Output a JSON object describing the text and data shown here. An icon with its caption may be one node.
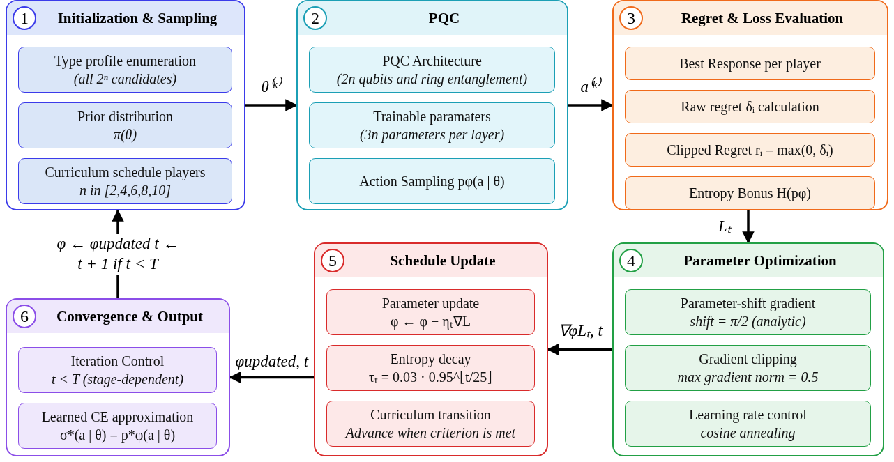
{
  "diagram": {
    "nodes": [
      {
        "text": [
          "1",
          "Initialization & Sampling"
        ]
      },
      {
        "text": [
          "Type profile enumeration",
          "(all 2ⁿ candidates)"
        ],
        "in": 0
      },
      {
        "text": [
          "Prior distribution",
          "π(θ)"
        ],
        "in": 0
      },
      {
        "text": [
          "Curriculum schedule players",
          "n in [2,4,6,8,10]"
        ],
        "in": 0
      },
      {
        "text": [
          "2",
          "PQC"
        ]
      },
      {
        "text": [
          "PQC Architecture",
          "(2n qubits and ring entanglement)"
        ],
        "in": 4
      },
      {
        "text": [
          "Trainable paramaters",
          "(3n parameters per layer)"
        ],
        "in": 4
      },
      {
        "text": [
          "Action Sampling pφ(a | θ)"
        ],
        "in": 4
      },
      {
        "text": [
          "3",
          "Regret & Loss Evaluation"
        ]
      },
      {
        "text": [
          "Best Response per player"
        ],
        "in": 8
      },
      {
        "text": [
          "Raw regret δᵢ calculation"
        ],
        "in": 8
      },
      {
        "text": [
          "Clipped Regret rᵢ = max(0, δᵢ)"
        ],
        "in": 8
      },
      {
        "text": [
          "Entropy Bonus H(pφ)"
        ],
        "in": 8
      },
      {
        "text": [
          "4",
          "Parameter Optimization"
        ]
      },
      {
        "text": [
          "Parameter-shift gradient",
          "shift = π/2 (analytic)"
        ],
        "in": 13
      },
      {
        "text": [
          "Gradient clipping",
          "max gradient norm = 0.5"
        ],
        "in": 13
      },
      {
        "text": [
          "Learning rate control",
          "cosine annealing"
        ],
        "in": 13
      },
      {
        "text": [
          "5",
          "Schedule Update"
        ]
      },
      {
        "text": [
          "Parameter update",
          "φ ← φ − ηₜ∇L"
        ],
        "in": 17
      },
      {
        "text": [
          "Entropy decay",
          "τₜ = 0.03 · 0.95^⌊t/25⌋"
        ],
        "in": 17
      },
      {
        "text": [
          "Curriculum transition",
          "Advance when criterion is met"
        ],
        "in": 17
      },
      {
        "text": [
          "6",
          "Convergence & Output"
        ]
      },
      {
        "text": [
          "Iteration Control",
          "t < T (stage-dependent)"
        ],
        "in": 21
      },
      {
        "text": [
          "Learned CE approximation",
          "σ*(a | θ) = p*φ(a | θ)"
        ],
        "in": 21
      }
    ],
    "edges": [
      {
        "from": 0,
        "to": 4,
        "arrow": "to",
        "label": "θ⁽ᵏ⁾"
      },
      {
        "from": 4,
        "to": 8,
        "arrow": "to",
        "label": "a⁽ᵏ⁾"
      },
      {
        "from": 8,
        "to": 13,
        "arrow": "to",
        "label": "Lₜ"
      },
      {
        "from": 13,
        "to": 17,
        "arrow": "to",
        "label": "∇φLₜ, t"
      },
      {
        "from": 17,
        "to": 21,
        "arrow": "to",
        "label": "φupdated, t"
      },
      {
        "from": 21,
        "to": 0,
        "arrow": "to",
        "label": "φ ← φupdated t ← t + 1 if t < T"
      }
    ]
  }
}
